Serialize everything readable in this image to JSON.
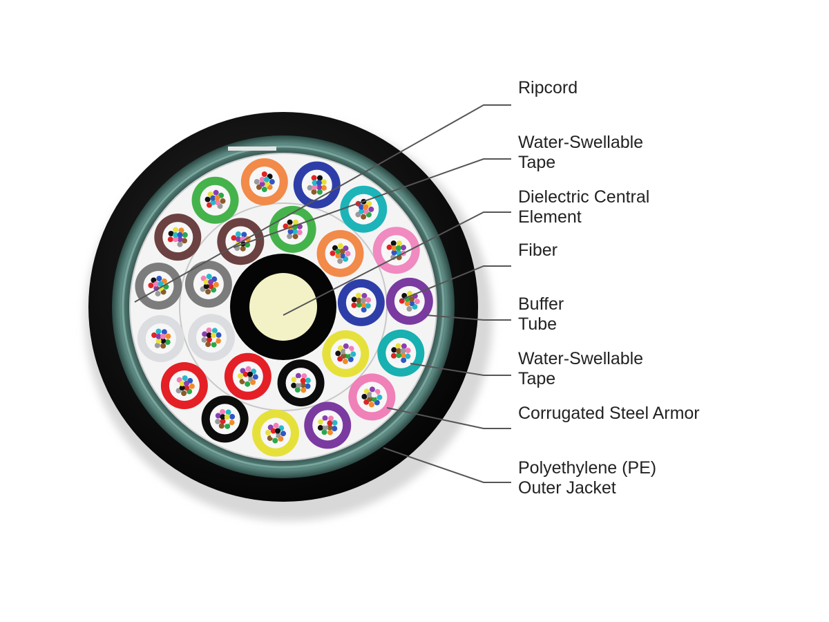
{
  "diagram": {
    "callouts": [
      {
        "id": "ripcord",
        "line1": "Ripcord",
        "line2": ""
      },
      {
        "id": "water-swellable-tape-inner",
        "line1": "Water-Swellable",
        "line2": "Tape"
      },
      {
        "id": "dielectric-central-element",
        "line1": "Dielectric Central",
        "line2": "Element"
      },
      {
        "id": "fiber",
        "line1": "Fiber",
        "line2": ""
      },
      {
        "id": "buffer-tube",
        "line1": "Buffer",
        "line2": "Tube"
      },
      {
        "id": "water-swellable-tape-outer",
        "line1": "Water-Swellable",
        "line2": "Tape"
      },
      {
        "id": "corrugated-steel-armor",
        "line1": "Corrugated Steel Armor",
        "line2": ""
      },
      {
        "id": "pe-outer-jacket",
        "line1": "Polyethylene (PE)",
        "line2": "Outer Jacket"
      }
    ],
    "colors": {
      "jacket": "#0b0b0b",
      "armor": "#2f4f4a",
      "armor_highlight": "#7aa59d",
      "tape": "#f4f4f4",
      "central_element_core": "#f3f2c6",
      "central_element_ring": "#050505",
      "leader_line": "#555555"
    },
    "buffer_tube_colors": {
      "outer_ring": [
        "#f28a4a",
        "#2e3ea8",
        "#1cb4b9",
        "#f08ac0",
        "#7a3aa0",
        "#18b0b0",
        "#f080b8",
        "#7a3aa0",
        "#e6e13a",
        "#0c0c0c",
        "#e41f26",
        "#dcdde0",
        "#7c7c7c",
        "#6b4141",
        "#45b34b"
      ],
      "inner_ring": [
        "#45b34b",
        "#f28a4a",
        "#2e3ea8",
        "#e6e13a",
        "#0c0c0c",
        "#e41f26",
        "#dcdde0",
        "#7c7c7c",
        "#6b4141"
      ]
    },
    "fiber_colors": [
      "#2e58c4",
      "#f28a2a",
      "#2aa84a",
      "#8b5a2b",
      "#9a9a9a",
      "#f4f4f4",
      "#e02424",
      "#111111",
      "#e8e03a",
      "#8a3fb0",
      "#f27fb6",
      "#28b8c8"
    ]
  }
}
